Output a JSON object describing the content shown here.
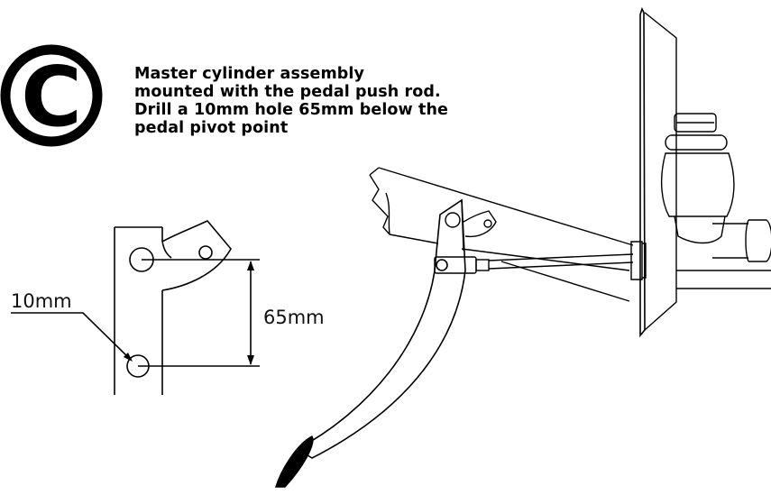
{
  "step": {
    "letter": "C"
  },
  "caption": {
    "lines": [
      "Master cylinder assembly",
      "mounted with the pedal push rod.",
      "Drill a 10mm hole 65mm below the",
      "pedal pivot point"
    ]
  },
  "detail": {
    "hole_label": "10mm",
    "distance_label": "65mm"
  },
  "colors": {
    "line": "#000000",
    "background": "#ffffff"
  }
}
